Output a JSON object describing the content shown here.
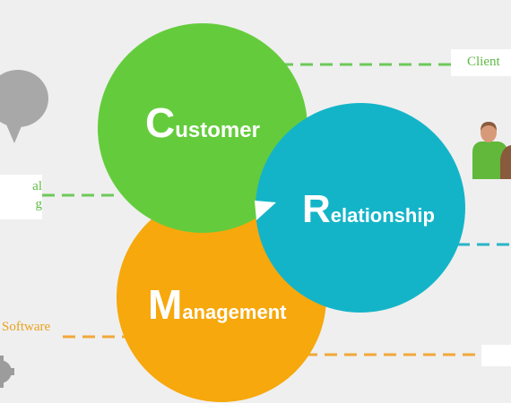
{
  "diagram": {
    "circles": [
      {
        "id": "customer",
        "initial": "C",
        "rest": "ustomer",
        "color": "#64cc3c"
      },
      {
        "id": "relationship",
        "initial": "R",
        "rest": "elationship",
        "color": "#14b4c8"
      },
      {
        "id": "management",
        "initial": "M",
        "rest": "anagement",
        "color": "#f6a80c"
      }
    ],
    "callouts": {
      "client": {
        "text": "Client",
        "color": "#5fb944",
        "line_color": "#6dc95a"
      },
      "social": {
        "line1": "al",
        "line2": "g",
        "color": "#5fb944",
        "line_color": "#6dc95a"
      },
      "software": {
        "text": "Software",
        "color": "#e8a31f",
        "line_color": "#f2a83a"
      },
      "right_mid": {
        "line_color": "#2ab4c8"
      },
      "bottom_right": {
        "line_color": "#f2a83a"
      }
    },
    "icons": [
      "speech-bubble-icon",
      "people-icon",
      "gear-icon"
    ]
  }
}
